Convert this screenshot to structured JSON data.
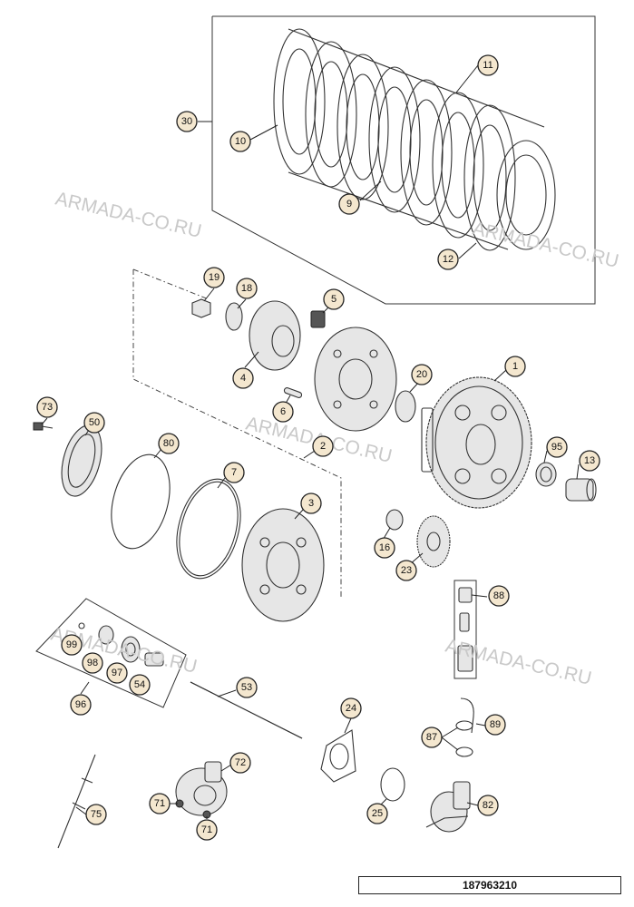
{
  "watermarks": [
    "ARMADA-CO.RU",
    "ARMADA-CO.RU",
    "ARMADA-CO.RU",
    "ARMADA-CO.RU",
    "ARMADA-CO.RU"
  ],
  "diagram_number": "187963210",
  "callouts": [
    "30",
    "10",
    "11",
    "9",
    "12",
    "19",
    "18",
    "5",
    "4",
    "6",
    "20",
    "1",
    "73",
    "50",
    "80",
    "7",
    "2",
    "3",
    "95",
    "13",
    "16",
    "23",
    "88",
    "99",
    "98",
    "97",
    "54",
    "96",
    "53",
    "24",
    "87",
    "89",
    "72",
    "71",
    "71",
    "75",
    "25",
    "82"
  ],
  "colors": {
    "bubble_fill": "#f4e7cf",
    "line": "#333333",
    "watermark": "#c9c9c9"
  }
}
